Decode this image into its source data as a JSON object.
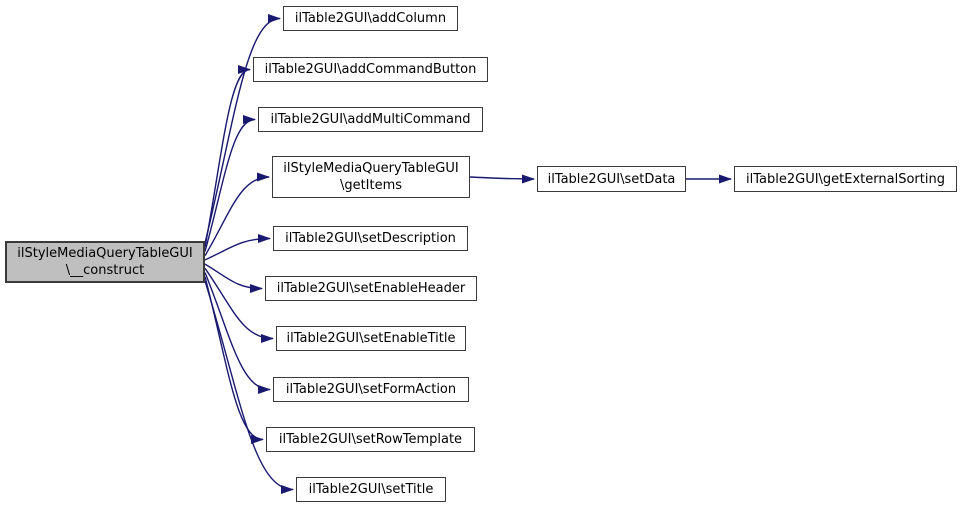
{
  "diagram": {
    "type": "call-graph",
    "nodes": {
      "construct": {
        "line1": "ilStyleMediaQueryTableGUI",
        "line2": "\\__construct"
      },
      "addColumn": {
        "label": "ilTable2GUI\\addColumn"
      },
      "addCommandButton": {
        "label": "ilTable2GUI\\addCommandButton"
      },
      "addMultiCommand": {
        "label": "ilTable2GUI\\addMultiCommand"
      },
      "getItems": {
        "line1": "ilStyleMediaQueryTableGUI",
        "line2": "\\getItems"
      },
      "setData": {
        "label": "ilTable2GUI\\setData"
      },
      "getExternalSorting": {
        "label": "ilTable2GUI\\getExternalSorting"
      },
      "setDescription": {
        "label": "ilTable2GUI\\setDescription"
      },
      "setEnableHeader": {
        "label": "ilTable2GUI\\setEnableHeader"
      },
      "setEnableTitle": {
        "label": "ilTable2GUI\\setEnableTitle"
      },
      "setFormAction": {
        "label": "ilTable2GUI\\setFormAction"
      },
      "setRowTemplate": {
        "label": "ilTable2GUI\\setRowTemplate"
      },
      "setTitle": {
        "label": "ilTable2GUI\\setTitle"
      }
    },
    "edges": [
      {
        "from": "construct",
        "to": "addColumn"
      },
      {
        "from": "construct",
        "to": "addCommandButton"
      },
      {
        "from": "construct",
        "to": "addMultiCommand"
      },
      {
        "from": "construct",
        "to": "getItems"
      },
      {
        "from": "construct",
        "to": "setDescription"
      },
      {
        "from": "construct",
        "to": "setEnableHeader"
      },
      {
        "from": "construct",
        "to": "setEnableTitle"
      },
      {
        "from": "construct",
        "to": "setFormAction"
      },
      {
        "from": "construct",
        "to": "setRowTemplate"
      },
      {
        "from": "construct",
        "to": "setTitle"
      },
      {
        "from": "getItems",
        "to": "setData"
      },
      {
        "from": "setData",
        "to": "getExternalSorting"
      }
    ],
    "colors": {
      "edge": "#191970",
      "node_border": "#3a3a3a",
      "main_node_fill": "#bfbfbf",
      "node_fill": "#ffffff",
      "background": "#ffffff"
    }
  }
}
